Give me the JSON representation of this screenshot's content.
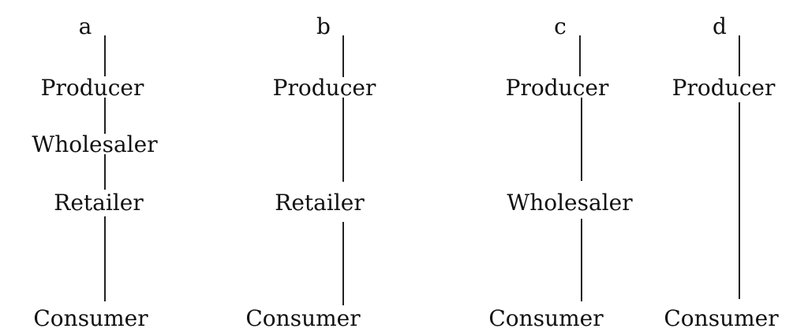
{
  "columns": [
    {
      "label": "a",
      "nodes": [
        "Producer",
        "Wholesaler",
        "Retailer",
        "Consumer"
      ]
    },
    {
      "label": "b",
      "nodes": [
        "Producer",
        "Retailer",
        "Consumer"
      ]
    },
    {
      "label": "c",
      "nodes": [
        "Producer",
        "Wholesaler",
        "Consumer"
      ]
    },
    {
      "label": "d",
      "nodes": [
        "Producer",
        "Consumer"
      ]
    }
  ]
}
